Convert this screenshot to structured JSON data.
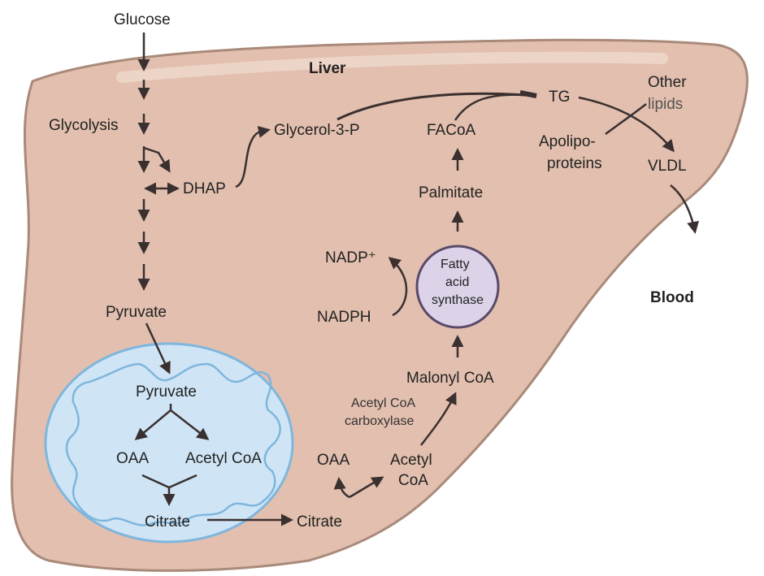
{
  "labels": {
    "liver": "Liver",
    "blood": "Blood",
    "glucose": "Glucose",
    "glycolysis": "Glycolysis",
    "dhap": "DHAP",
    "glycerol3p": "Glycerol-3-P",
    "facoa": "FACoA",
    "tg": "TG",
    "other_lipids_1": "Other",
    "other_lipids_2": "lipids",
    "apolipoproteins_1": "Apolipo-",
    "apolipoproteins_2": "proteins",
    "vldl": "VLDL",
    "palmitate": "Palmitate",
    "nadp_plus": "NADP⁺",
    "nadph": "NADPH",
    "fas_1": "Fatty",
    "fas_2": "acid",
    "fas_3": "synthase",
    "pyruvate_cytosol": "Pyruvate",
    "pyruvate_mito": "Pyruvate",
    "oaa_mito": "OAA",
    "acetyl_coa_mito": "Acetyl CoA",
    "citrate_mito": "Citrate",
    "citrate_cytosol": "Citrate",
    "oaa_cytosol": "OAA",
    "acetyl_coa_cytosol_1": "Acetyl",
    "acetyl_coa_cytosol_2": "CoA",
    "malonyl_coa": "Malonyl CoA",
    "acc_1": "Acetyl CoA",
    "acc_2": "carboxylase"
  },
  "colors": {
    "liver_fill": "#e2bfae",
    "liver_stroke": "#a98a7a",
    "mito_fill": "#cfe5f5",
    "mito_stroke": "#7fb6dd",
    "enzyme_fill": "#dcd3e8",
    "enzyme_stroke": "#5a4a6a",
    "arrow": "#3a3030"
  }
}
